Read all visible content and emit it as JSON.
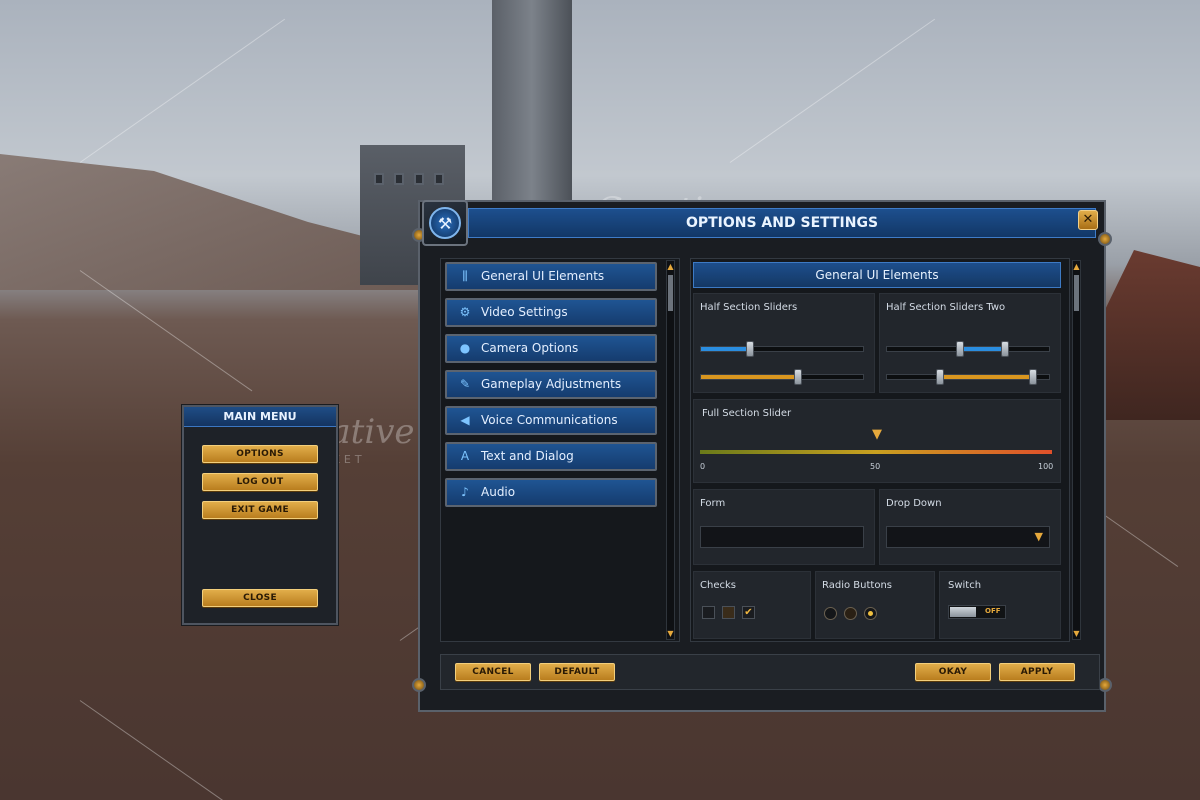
{
  "watermark": {
    "word": "Creative",
    "sub": "MARKET"
  },
  "main_menu": {
    "title": "MAIN MENU",
    "buttons": [
      "OPTIONS",
      "LOG OUT",
      "EXIT GAME"
    ],
    "close_label": "CLOSE"
  },
  "options": {
    "title": "OPTIONS AND SETTINGS",
    "nav": [
      {
        "label": "General UI Elements",
        "icon": "sliders-icon"
      },
      {
        "label": "Video Settings",
        "icon": "gear-icon"
      },
      {
        "label": "Camera Options",
        "icon": "camera-icon"
      },
      {
        "label": "Gameplay Adjustments",
        "icon": "feather-icon"
      },
      {
        "label": "Voice Communications",
        "icon": "megaphone-icon"
      },
      {
        "label": "Text and Dialog",
        "icon": "text-icon"
      },
      {
        "label": "Audio",
        "icon": "music-note-icon"
      }
    ],
    "section_title": "General UI Elements",
    "half_sliders": {
      "label": "Half Section Sliders",
      "blue_value": 0.3,
      "orange_value": 0.6
    },
    "half_sliders_two": {
      "label": "Half Section Sliders Two",
      "range_low": 0.45,
      "range_high": 0.73,
      "orange_low": 0.33,
      "orange_high": 0.9
    },
    "full_slider": {
      "label": "Full Section Slider",
      "min": "0",
      "mid": "50",
      "max": "100",
      "value": 50
    },
    "form": {
      "label": "Form",
      "value": ""
    },
    "dropdown": {
      "label": "Drop Down",
      "value": ""
    },
    "checks": {
      "label": "Checks"
    },
    "radios": {
      "label": "Radio Buttons",
      "selected": 2
    },
    "switch": {
      "label": "Switch",
      "state": "OFF"
    },
    "footer": {
      "cancel": "CANCEL",
      "default": "DEFAULT",
      "okay": "OKAY",
      "apply": "APPLY"
    },
    "colors": {
      "accent_blue": "#1f5593",
      "gold": "#e1ad4a",
      "slider_blue": "#2a8de0",
      "slider_orange": "#d9961f"
    }
  }
}
